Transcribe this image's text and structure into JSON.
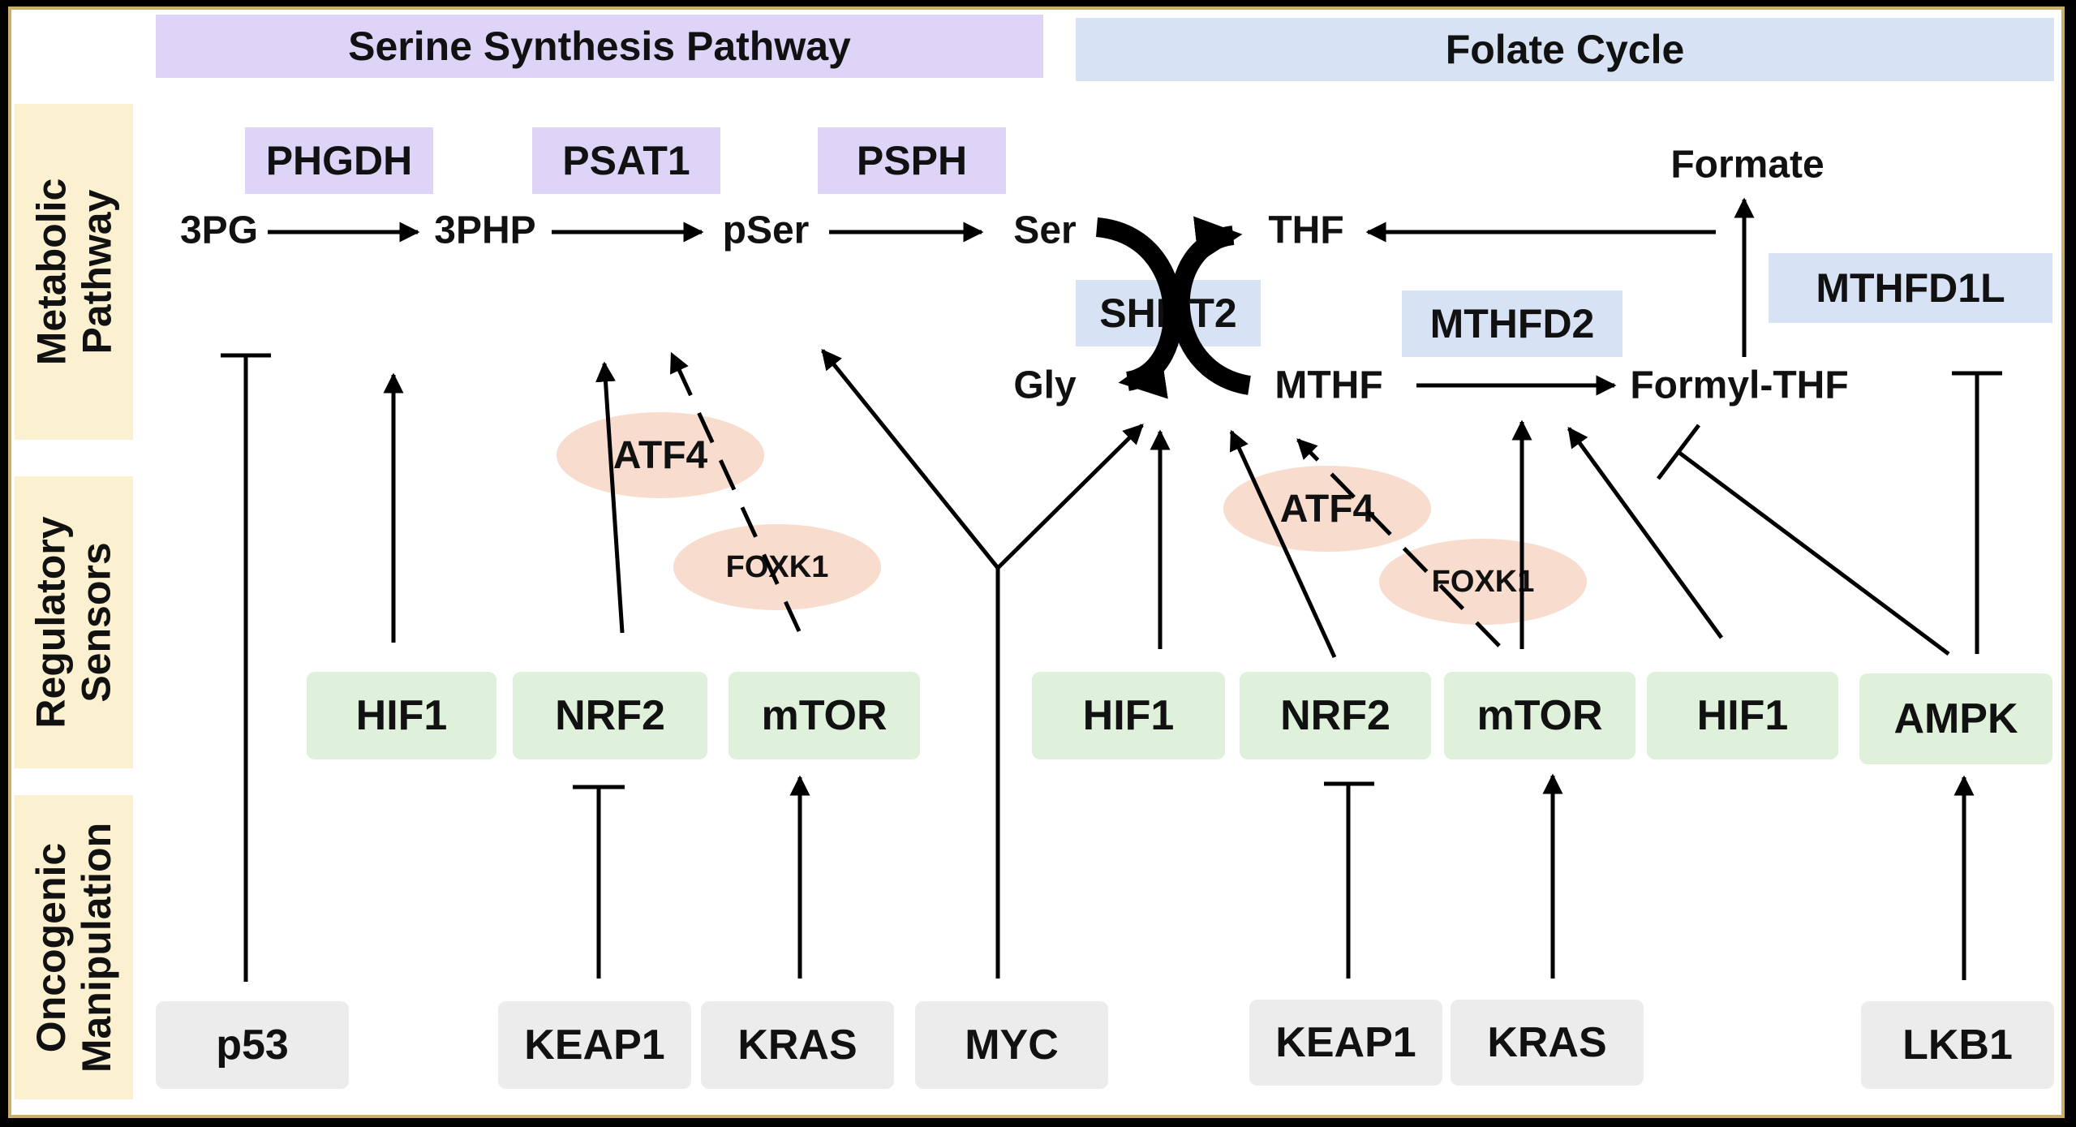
{
  "headers": {
    "serine_synthesis": "Serine Synthesis Pathway",
    "folate_cycle": "Folate Cycle"
  },
  "side_labels": {
    "metabolic": [
      "Metabolic",
      "Pathway"
    ],
    "regulatory": [
      "Regulatory",
      "Sensors"
    ],
    "oncogenic": [
      "Oncogenic",
      "Manipulation"
    ]
  },
  "enzymes": {
    "phgdh": "PHGDH",
    "psat1": "PSAT1",
    "psph": "PSPH",
    "shmt2": "SHMT2",
    "mthfd2": "MTHFD2",
    "mthfd1l": "MTHFD1L"
  },
  "metabolites": {
    "pg3": "3PG",
    "php3": "3PHP",
    "pser": "pSer",
    "ser": "Ser",
    "thf": "THF",
    "gly": "Gly",
    "mthf": "MTHF",
    "formyl_thf": "Formyl-THF",
    "formate": "Formate"
  },
  "transcription_factors": {
    "atf4_left": "ATF4",
    "foxk1_left": "FOXK1",
    "atf4_right": "ATF4",
    "foxk1_right": "FOXK1"
  },
  "sensors": {
    "hif1_a": "HIF1",
    "nrf2_a": "NRF2",
    "mtor_a": "mTOR",
    "hif1_b": "HIF1",
    "nrf2_b": "NRF2",
    "mtor_b": "mTOR",
    "hif1_c": "HIF1",
    "ampk": "AMPK"
  },
  "oncogenes": {
    "p53": "p53",
    "keap1_a": "KEAP1",
    "kras_a": "KRAS",
    "myc": "MYC",
    "keap1_b": "KEAP1",
    "kras_b": "KRAS",
    "lkb1": "LKB1"
  },
  "colors": {
    "purple": "#ddd4f7",
    "blue": "#d7e3f5",
    "side": "#fbf0cf",
    "green": "#dff0db",
    "grey": "#ececec",
    "oval": "#f8dccd",
    "border": "#c9b06a"
  }
}
